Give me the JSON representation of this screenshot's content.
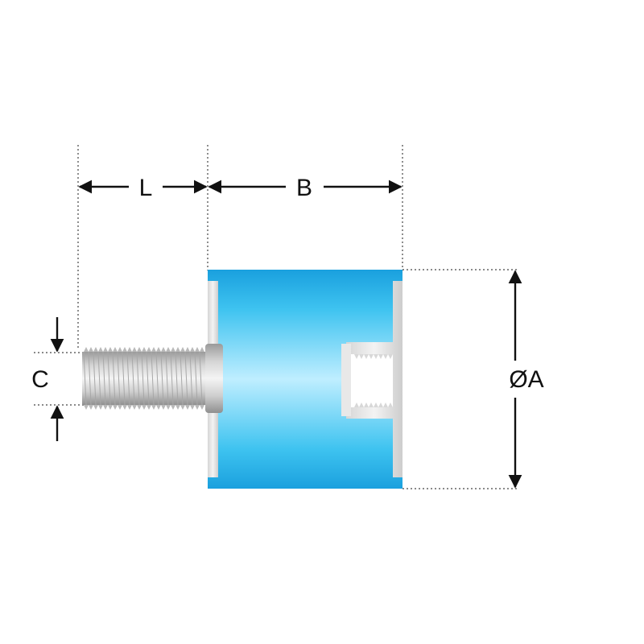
{
  "labels": {
    "L": "L",
    "B": "B",
    "C": "C",
    "A": "ØA"
  },
  "colors": {
    "rubber_light": "#bfeeff",
    "rubber_mid": "#3ec3f0",
    "rubber_dark": "#1aa0de",
    "metal_light": "#f1f1f1",
    "metal_mid": "#c9c9c9",
    "metal_dark": "#8f8f8f",
    "line": "#111111",
    "guide": "#444444"
  }
}
